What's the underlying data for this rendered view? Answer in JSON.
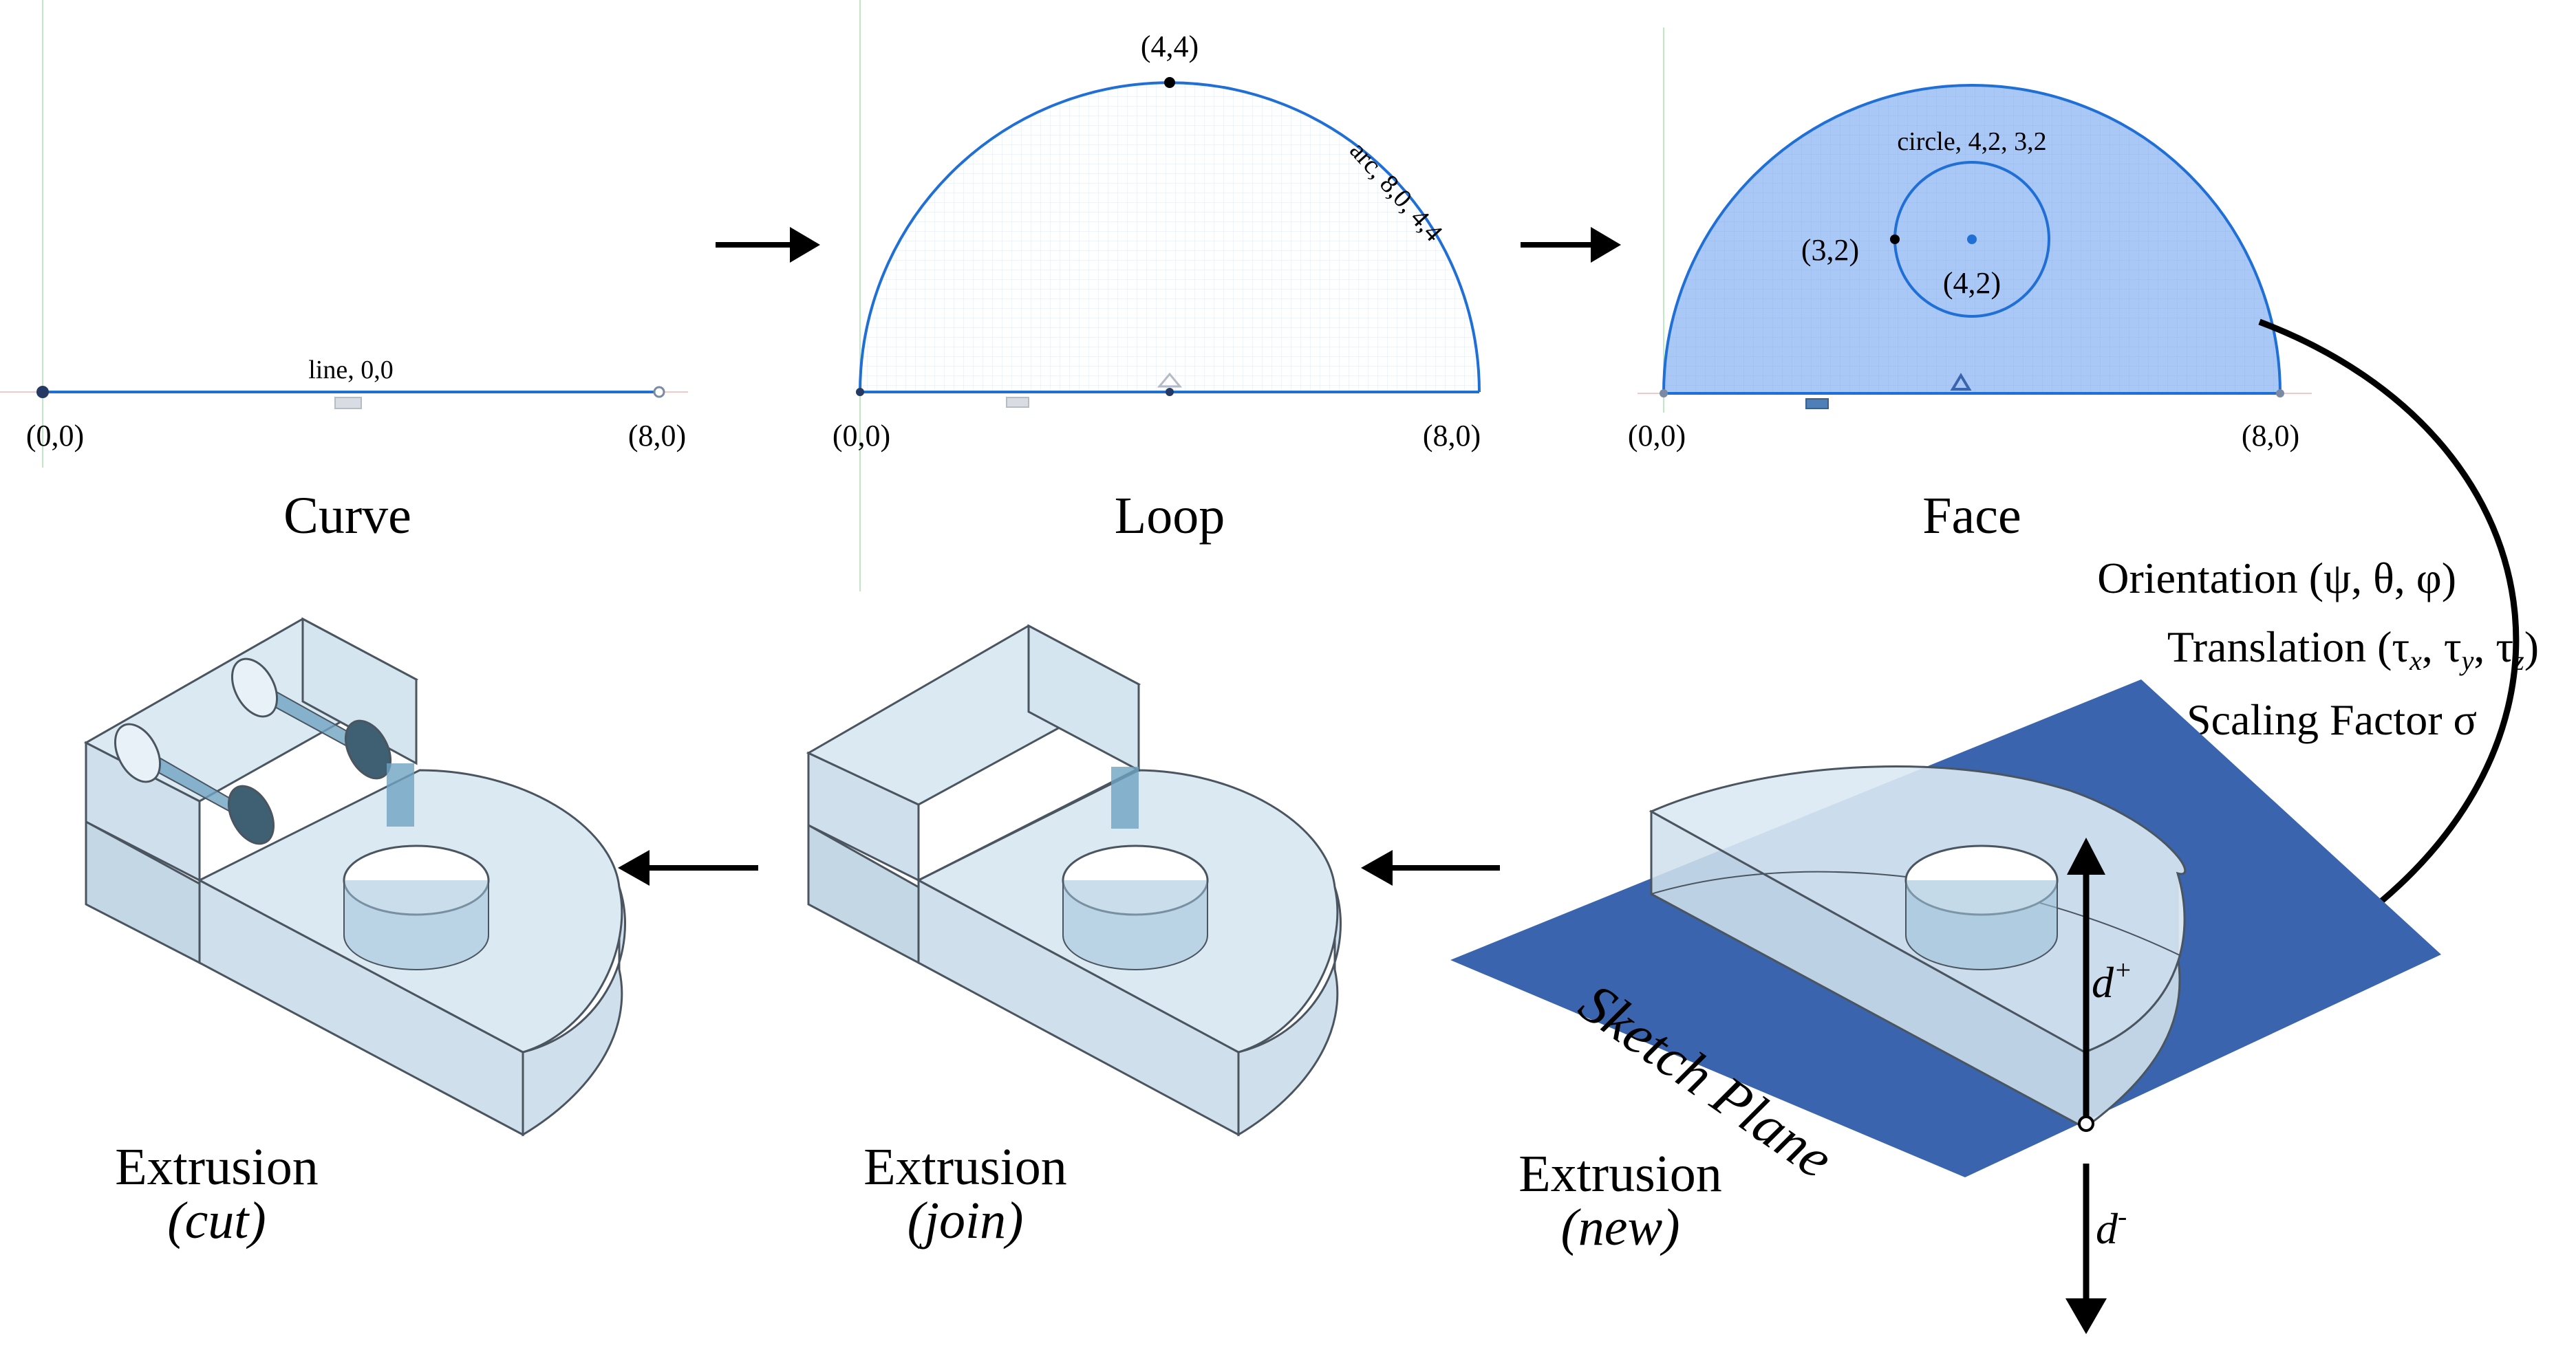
{
  "stages": {
    "curve": {
      "caption": "Curve",
      "label": "line, 0,0",
      "start": "(0,0)",
      "end": "(8,0)"
    },
    "loop": {
      "caption": "Loop",
      "label": "arc, 8,0, 4,4",
      "top": "(4,4)",
      "start": "(0,0)",
      "end": "(8,0)"
    },
    "face": {
      "caption": "Face",
      "label": "circle, 4,2, 3,2",
      "point_a": "(3,2)",
      "center": "(4,2)",
      "start": "(0,0)",
      "end": "(8,0)"
    }
  },
  "transform": {
    "orientation": "Orientation (ψ, θ, φ)",
    "translation": "Translation (τ",
    "translation_sub_x": "x",
    "translation_sub_y": "y",
    "translation_sub_z": "z",
    "scaling": "Scaling Factor σ"
  },
  "sketch_plane": {
    "label": "Sketch Plane",
    "d_plus": "d",
    "d_plus_sup": "+",
    "d_minus": "d",
    "d_minus_sup": "-"
  },
  "extrusions": [
    {
      "title": "Extrusion",
      "mode": "(cut)"
    },
    {
      "title": "Extrusion",
      "mode": "(join)"
    },
    {
      "title": "Extrusion",
      "mode": "(new)"
    }
  ],
  "colors": {
    "sketch_blue": "#1f6fd6",
    "face_fill": "#a9c8f5",
    "plane_blue": "#3a64ad",
    "solid_fill": "#cfe0ec",
    "solid_edge": "#4a5560",
    "cut_fill": "#6fa3c2"
  }
}
